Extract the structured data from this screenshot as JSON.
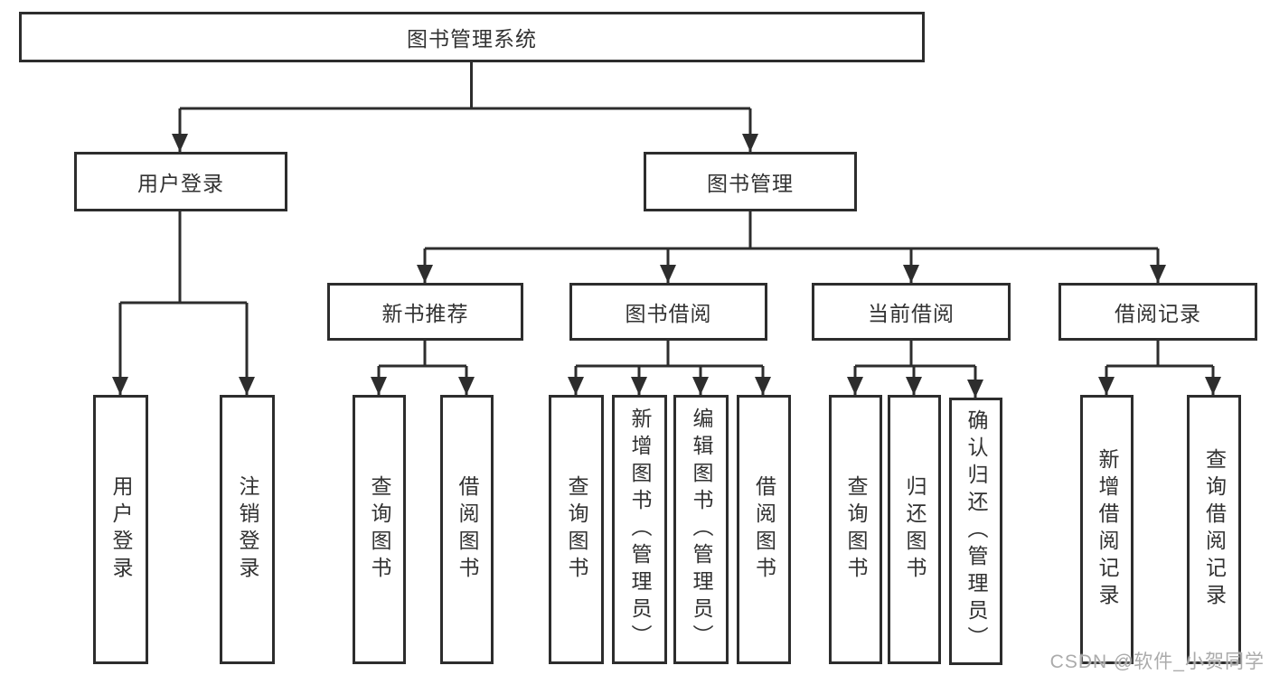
{
  "nodes": {
    "root": "图书管理系统",
    "user_login": "用户登录",
    "book_management": "图书管理",
    "new_book_recommendation": "新书推荐",
    "book_borrowing": "图书借阅",
    "current_borrowing": "当前借阅",
    "borrowing_records": "借阅记录",
    "leaf_user_login": "用户登录",
    "leaf_logout": "注销登录",
    "leaf_nbr_query": "查询图书",
    "leaf_nbr_borrow": "借阅图书",
    "leaf_bb_query": "查询图书",
    "leaf_bb_add": "新增图书（管理员）",
    "leaf_bb_edit": "编辑图书（管理员）",
    "leaf_bb_borrow": "借阅图书",
    "leaf_cb_query": "查询图书",
    "leaf_cb_return": "归还图书",
    "leaf_cb_confirm": "确认归还（管理员）",
    "leaf_br_add": "新增借阅记录",
    "leaf_br_query": "查询借阅记录"
  },
  "tree": {
    "root": {
      "user_login": [
        "leaf_user_login",
        "leaf_logout"
      ],
      "book_management": {
        "new_book_recommendation": [
          "leaf_nbr_query",
          "leaf_nbr_borrow"
        ],
        "book_borrowing": [
          "leaf_bb_query",
          "leaf_bb_add",
          "leaf_bb_edit",
          "leaf_bb_borrow"
        ],
        "current_borrowing": [
          "leaf_cb_query",
          "leaf_cb_return",
          "leaf_cb_confirm"
        ],
        "borrowing_records": [
          "leaf_br_add",
          "leaf_br_query"
        ]
      }
    }
  },
  "watermark": "CSDN @软件_小贺同学",
  "colors": {
    "line": "#2d2d2d",
    "text": "#323232",
    "box_background": "#ffffff",
    "watermark": "#ababab"
  }
}
